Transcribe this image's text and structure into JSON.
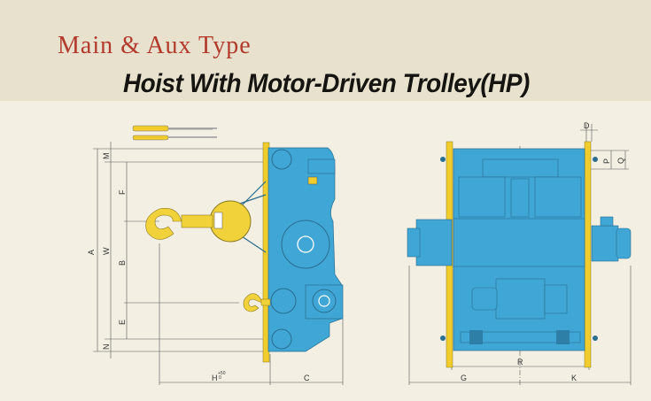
{
  "header": {
    "title": "Main & Aux Type",
    "subtitle": "Hoist With Motor-Driven Trolley(HP)"
  },
  "side_view": {
    "dimensions": {
      "A": "A",
      "W": "W",
      "M": "M",
      "F": "F",
      "B": "B",
      "E": "E",
      "N": "N",
      "H": "H",
      "H_tol_upper": "+50",
      "H_tol_lower": "0",
      "C": "C"
    }
  },
  "front_view": {
    "dimensions": {
      "D": "D",
      "P": "P",
      "Q": "Q",
      "R": "R",
      "G": "G",
      "K": "K"
    }
  },
  "colors": {
    "body": "#3fa6d6",
    "rail": "#f0cc2c",
    "hook": "#f2d23a",
    "title_red": "#b23a2c",
    "line": "#555555"
  }
}
